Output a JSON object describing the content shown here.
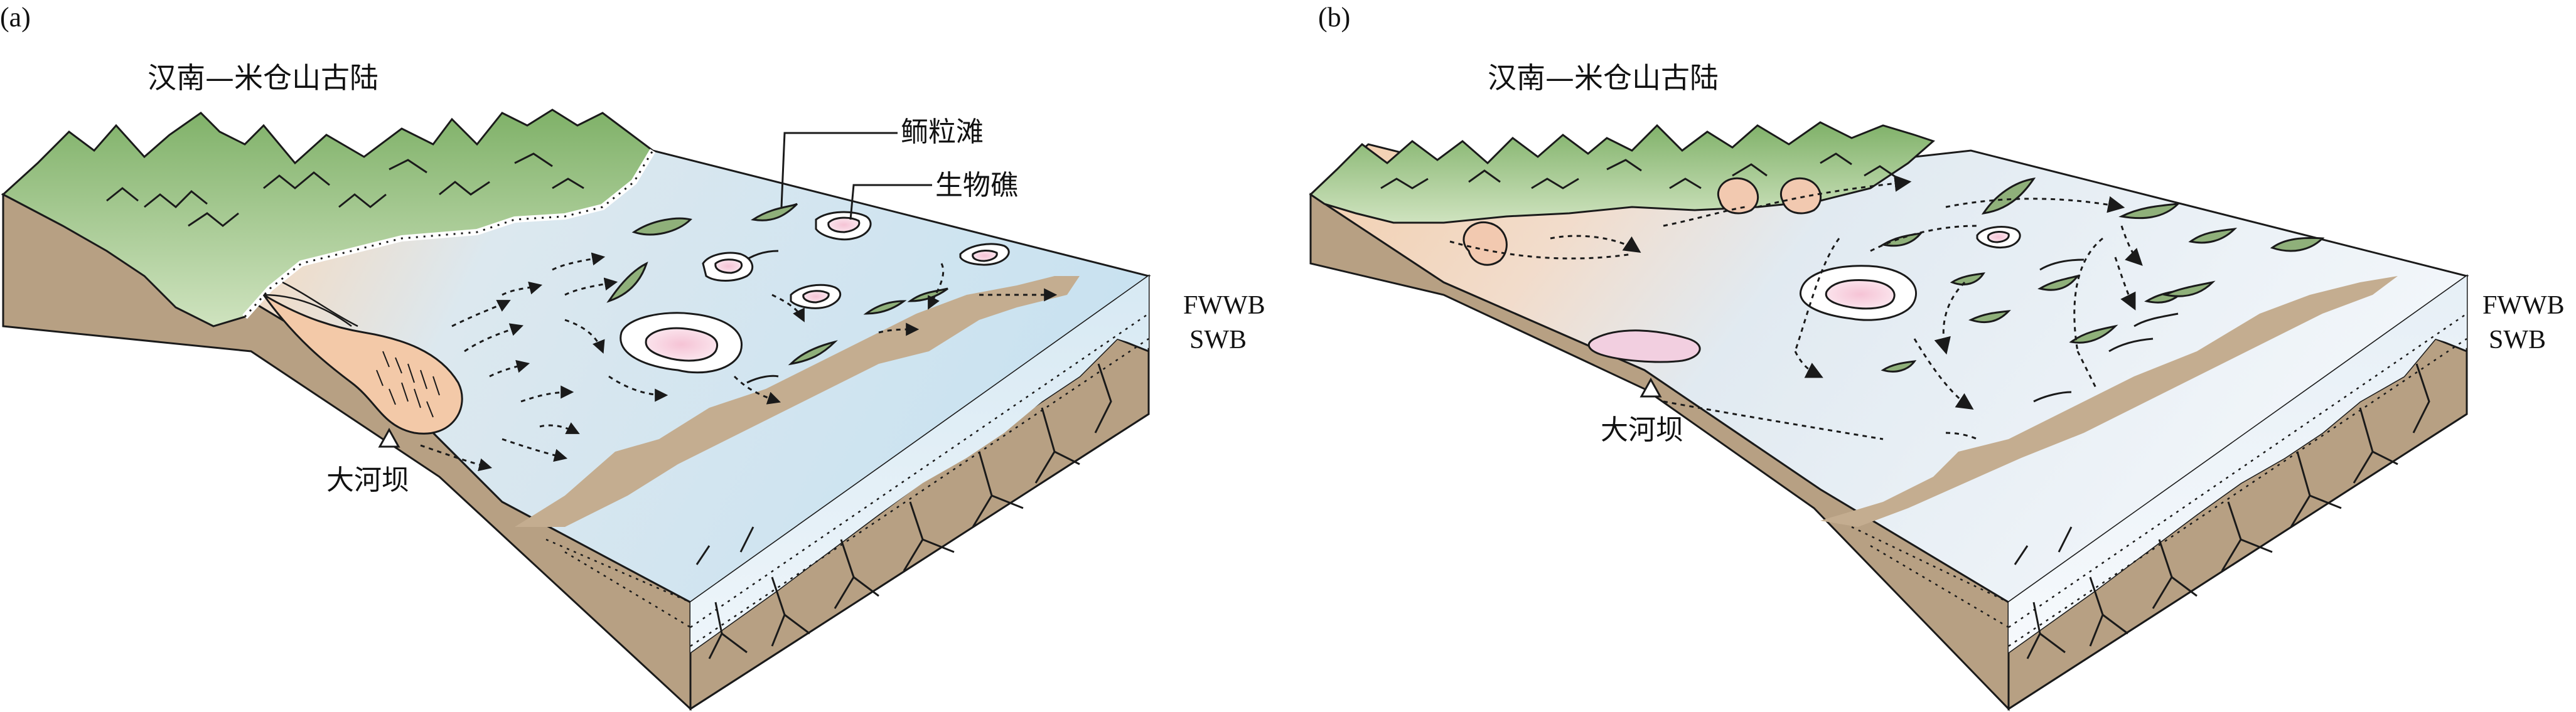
{
  "panel_a": {
    "tag": "(a)",
    "landmass": "汉南—米仓山古陆",
    "site": "大河坝",
    "legend_oolitic": "鲕粒滩",
    "legend_reef": "生物礁",
    "fwwb": "FWWB",
    "swb": "SWB"
  },
  "panel_b": {
    "tag": "(b)",
    "landmass": "汉南—米仓山古陆",
    "site": "大河坝",
    "fwwb": "FWWB",
    "swb": "SWB"
  },
  "colors": {
    "mountain": "#a6cf8a",
    "mountain_dark": "#7fb168",
    "front_face": "#b7a083",
    "shelf_tan": "#c4ad90",
    "sea_light": "#e9f3f9",
    "sea": "#cfe5f1",
    "delta": "#f1c9a6",
    "reef_core": "#f2c6d6",
    "shoal": "#8fb07a",
    "line": "#1a1a1a"
  }
}
